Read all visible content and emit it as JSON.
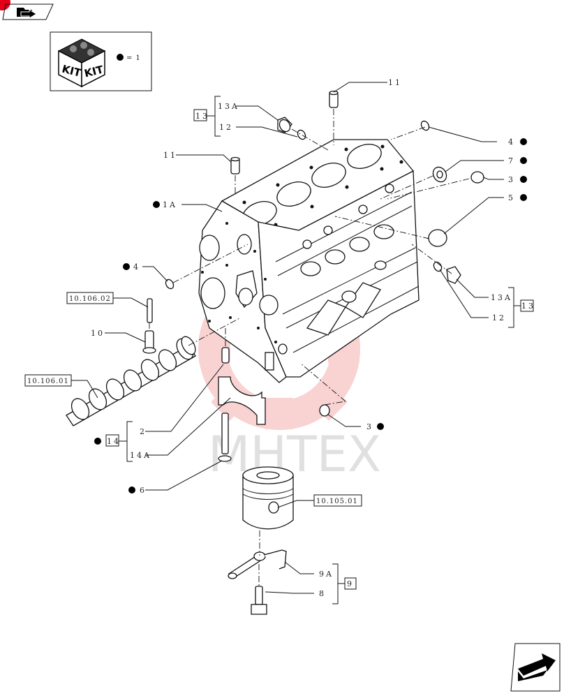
{
  "kit_legend": {
    "kit_label_1": "KIT",
    "kit_label_2": "KIT",
    "equals": "= 1"
  },
  "watermark": "MHTEX",
  "refs": {
    "r1": "10.106.02",
    "r2": "10.106.01",
    "r3": "10.105.01"
  },
  "labels": {
    "l11a": "11",
    "l11b": "11",
    "l13a_top": "13A",
    "l12_top": "12",
    "l13_top": "13",
    "l1a": "1A",
    "l4_left": "4",
    "l10": "10",
    "l4_right": "4",
    "l7": "7",
    "l3_right": "3",
    "l5": "5",
    "l13a_right": "13A",
    "l12_right": "12",
    "l13_right": "13",
    "l3_bottom": "3",
    "l2": "2",
    "l14a": "14A",
    "l14": "14",
    "l6": "6",
    "l9a": "9A",
    "l8": "8",
    "l9": "9"
  },
  "colors": {
    "accent": "#e3001b",
    "watermark_red": "#f08080"
  },
  "icons": {
    "nav_top": "folder-arrow-icon",
    "nav_bottom": "next-page-arrow-icon",
    "kit": "kit-box-icon"
  }
}
